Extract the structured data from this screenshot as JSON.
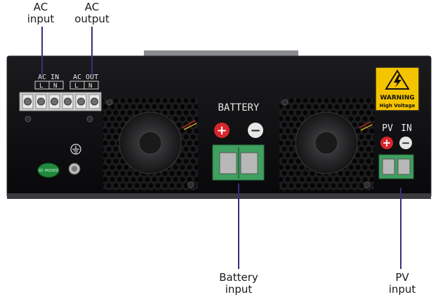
{
  "callouts": {
    "ac_input": {
      "line1": "AC",
      "line2": "input"
    },
    "ac_output": {
      "line1": "AC",
      "line2": "output"
    },
    "battery_input": {
      "line1": "Battery",
      "line2": "input"
    },
    "pv_input": {
      "line1": "PV",
      "line2": "input"
    }
  },
  "panel": {
    "ac_in_label": "AC IN",
    "ac_out_label": "AC OUT",
    "ac_in_terminals": [
      "L",
      "N"
    ],
    "ac_out_terminals": [
      "L",
      "N"
    ],
    "battery_label": "BATTERY",
    "pv_label": "PV",
    "pv_in_label": "IN",
    "plus_symbol": "+",
    "minus_symbol": "−",
    "warning_title": "WARNING",
    "warning_sub": "High Voltage",
    "green_sticker": "QC PASSED"
  },
  "colors": {
    "callout_line": "#3a2f7a",
    "chassis": "#0b0b0d",
    "terminal_green": "#3fa05f",
    "plus_red": "#d9262a",
    "warning_yellow": "#f5c400"
  },
  "icons": [
    "ground-icon",
    "warning-lightning-icon",
    "fan-icon",
    "screw-icon"
  ]
}
